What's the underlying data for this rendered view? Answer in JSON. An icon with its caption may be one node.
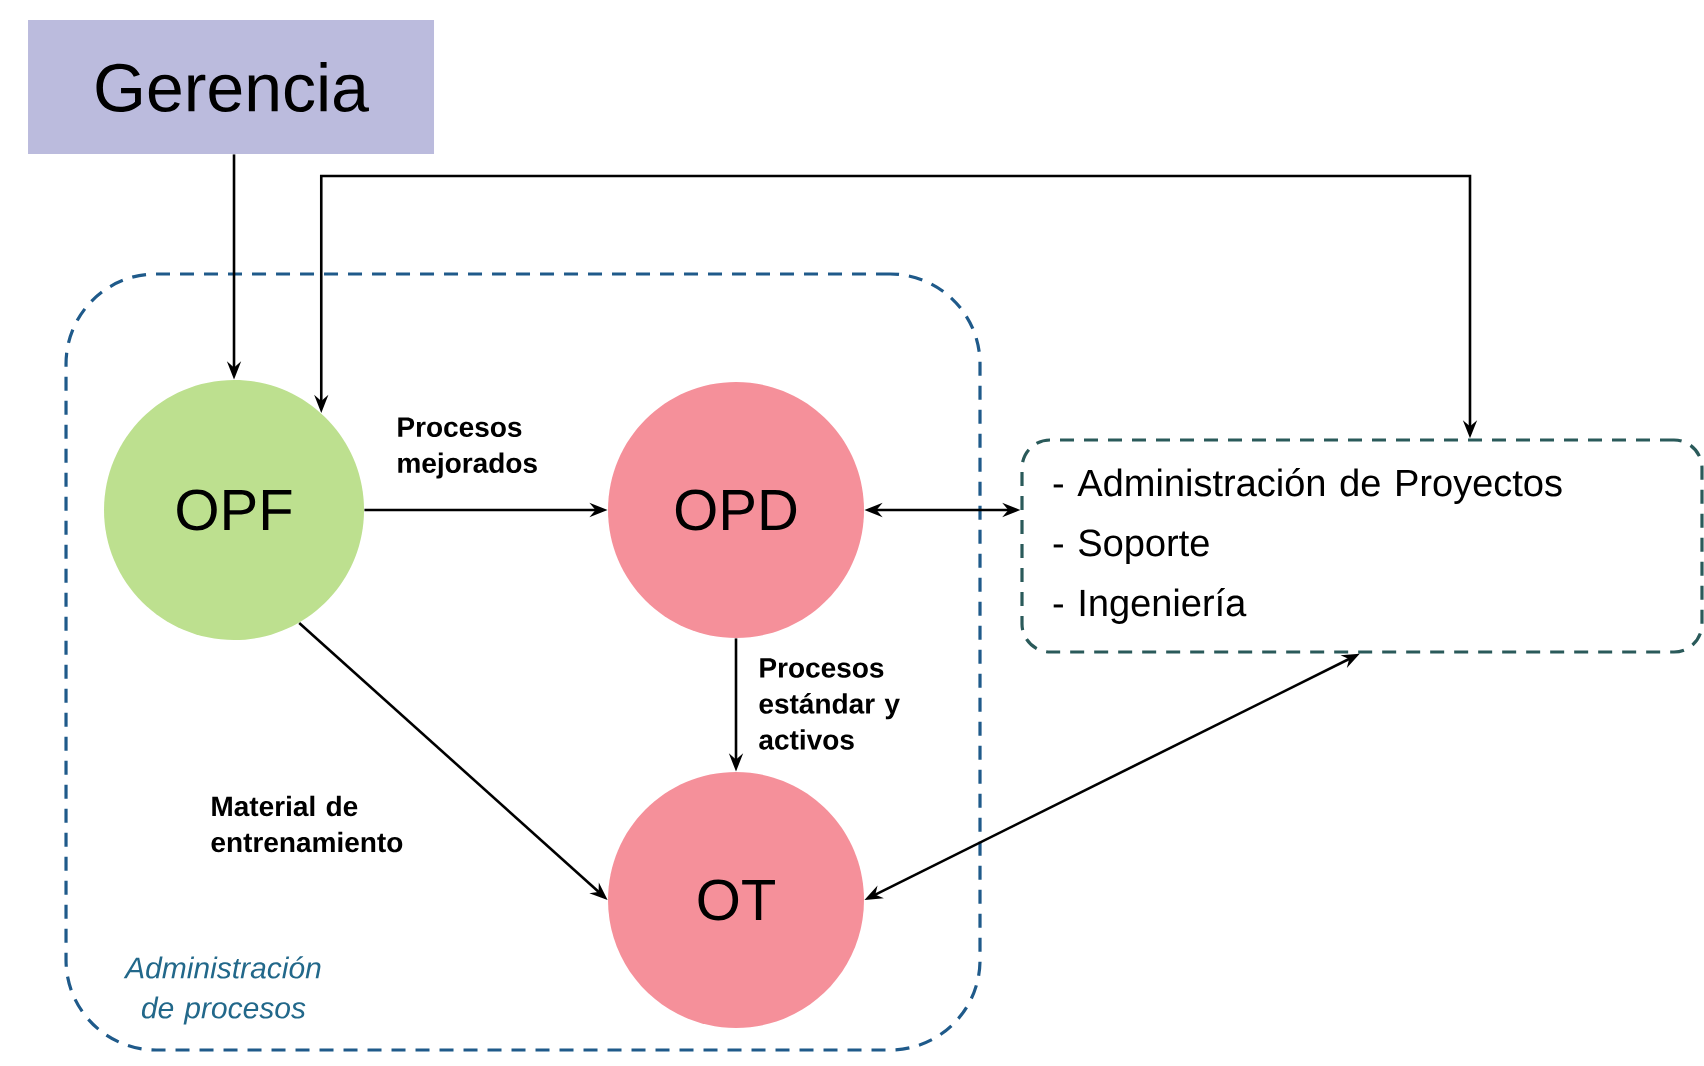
{
  "diagram": {
    "nodes": [
      {
        "text": [
          "Gerencia"
        ]
      },
      {
        "text": [
          "Administración de procesos"
        ]
      },
      {
        "text": [
          "OPF"
        ],
        "in": 1
      },
      {
        "text": [
          "OPD"
        ],
        "in": 1
      },
      {
        "text": [
          "OT"
        ],
        "in": 1
      },
      {
        "text": [
          "- Administración de Proyectos",
          "- Soporte",
          "- Ingeniería"
        ]
      }
    ],
    "edges": [
      {
        "from": 0,
        "to": 2,
        "arrow": "to"
      },
      {
        "from": 2,
        "to": 3,
        "arrow": "to",
        "label": "Procesos mejorados"
      },
      {
        "from": 2,
        "to": 5,
        "arrow": "both"
      },
      {
        "from": 3,
        "to": 5,
        "arrow": "both"
      },
      {
        "from": 3,
        "to": 4,
        "arrow": "to",
        "label": "Procesos estándar y activos"
      },
      {
        "from": 2,
        "to": 4,
        "arrow": "to",
        "label": "Material de entrenamiento"
      },
      {
        "from": 4,
        "to": 5,
        "arrow": "both"
      }
    ]
  }
}
